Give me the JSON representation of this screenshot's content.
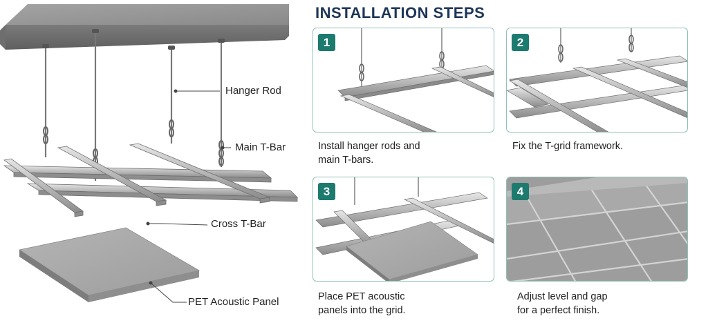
{
  "title": "INSTALLATION STEPS",
  "labels": {
    "hanger_rod": "Hanger Rod",
    "main_tbar": "Main T-Bar",
    "cross_tbar": "Cross T-Bar",
    "pet_panel": "PET Acoustic Panel"
  },
  "steps": [
    {
      "number": "1",
      "caption": "Install hanger rods and\nmain T-bars."
    },
    {
      "number": "2",
      "caption": "Fix the T-grid framework."
    },
    {
      "number": "3",
      "caption": "Place PET acoustic\npanels into the grid."
    },
    {
      "number": "4",
      "caption": "Adjust level and gap\nfor a perfect finish."
    }
  ],
  "colors": {
    "title": "#1d3558",
    "badge": "#1d7a6e",
    "card_border": "#8fc1b6"
  }
}
